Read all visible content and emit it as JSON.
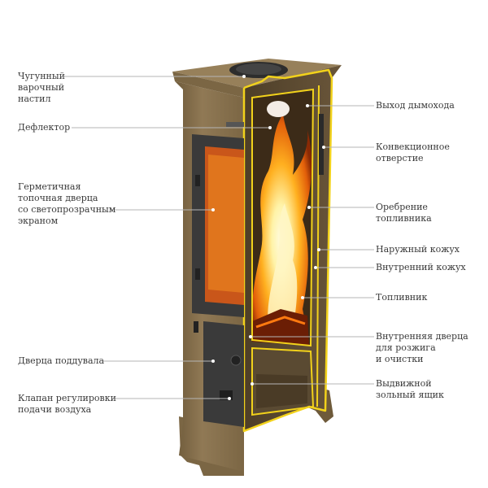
{
  "labels_left": [
    {
      "id": "cast-iron-cooktop",
      "text": "Чугунный\nварочный\nнастил"
    },
    {
      "id": "deflector",
      "text": "Дефлектор"
    },
    {
      "id": "sealed-firebox-door",
      "text": "Герметичная\nтопочная дверца\nсо светопрозрачным\nэкраном"
    },
    {
      "id": "ash-pit-door",
      "text": "Дверца поддувала"
    },
    {
      "id": "air-control-valve",
      "text": "Клапан регулировки\nподачи воздуха"
    }
  ],
  "labels_right": [
    {
      "id": "chimney-outlet",
      "text": "Выход дымохода"
    },
    {
      "id": "convection-hole",
      "text": "Конвекционное\nотверстие"
    },
    {
      "id": "firebox-fins",
      "text": "Оребрение\nтопливника"
    },
    {
      "id": "outer-casing",
      "text": "Наружный кожух"
    },
    {
      "id": "inner-casing",
      "text": "Внутренний кожух"
    },
    {
      "id": "firebox",
      "text": "Топливник"
    },
    {
      "id": "inner-door",
      "text": "Внутренняя дверца\nдля розжига\nи очистки"
    },
    {
      "id": "ash-drawer",
      "text": "Выдвижной\nзольный ящик"
    }
  ],
  "colors": {
    "body": "#8a7450",
    "body_dark": "#6b5838",
    "body_light": "#a48d66",
    "cast_iron": "#3a3a3a",
    "cutaway_outline": "#f2d21b",
    "leader_line": "#b5b5b5",
    "fire_core": "#fff3a8",
    "fire_mid": "#ffb020",
    "fire_outer": "#d44a08"
  }
}
